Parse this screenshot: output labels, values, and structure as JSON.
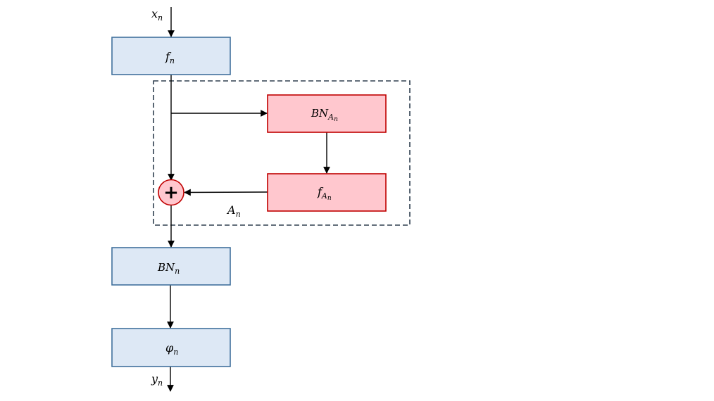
{
  "input": {
    "var": "x",
    "sub": "n"
  },
  "output": {
    "var": "y",
    "sub": "n"
  },
  "blocks": {
    "f": {
      "var": "f",
      "sub": "n"
    },
    "bn_a": {
      "var": "BN",
      "sub": "A",
      "subsub": "n"
    },
    "f_a": {
      "var": "f",
      "sub": "A",
      "subsub": "n"
    },
    "bn": {
      "var": "BN",
      "sub": "n"
    },
    "phi": {
      "var": "φ",
      "sub": "n"
    }
  },
  "adapter_label": {
    "var": "A",
    "sub": "n"
  },
  "sum_symbol": "+",
  "colors": {
    "blue_fill": "#dde8f5",
    "blue_stroke": "#41719c",
    "red_fill": "#ffc7ce",
    "red_stroke": "#c00000",
    "dashed": "#2f3f4f"
  }
}
